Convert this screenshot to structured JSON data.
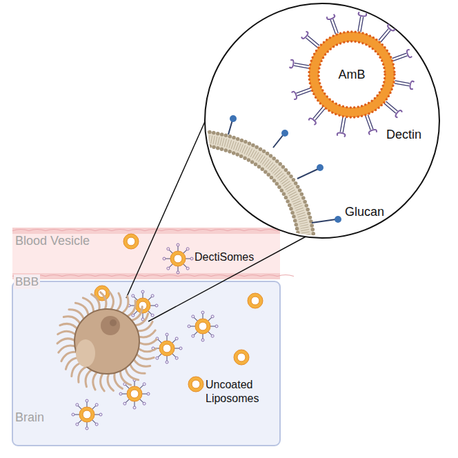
{
  "diagram": {
    "nodes": [
      {
        "text": [
          "AmB"
        ]
      },
      {
        "text": [
          "Blood Vesicle"
        ]
      },
      {
        "text": [
          "Brain"
        ]
      }
    ],
    "labels": [
      "Dectin",
      "Glucan",
      "DectiSomes",
      "BBB",
      "Uncoated Liposomes"
    ]
  }
}
